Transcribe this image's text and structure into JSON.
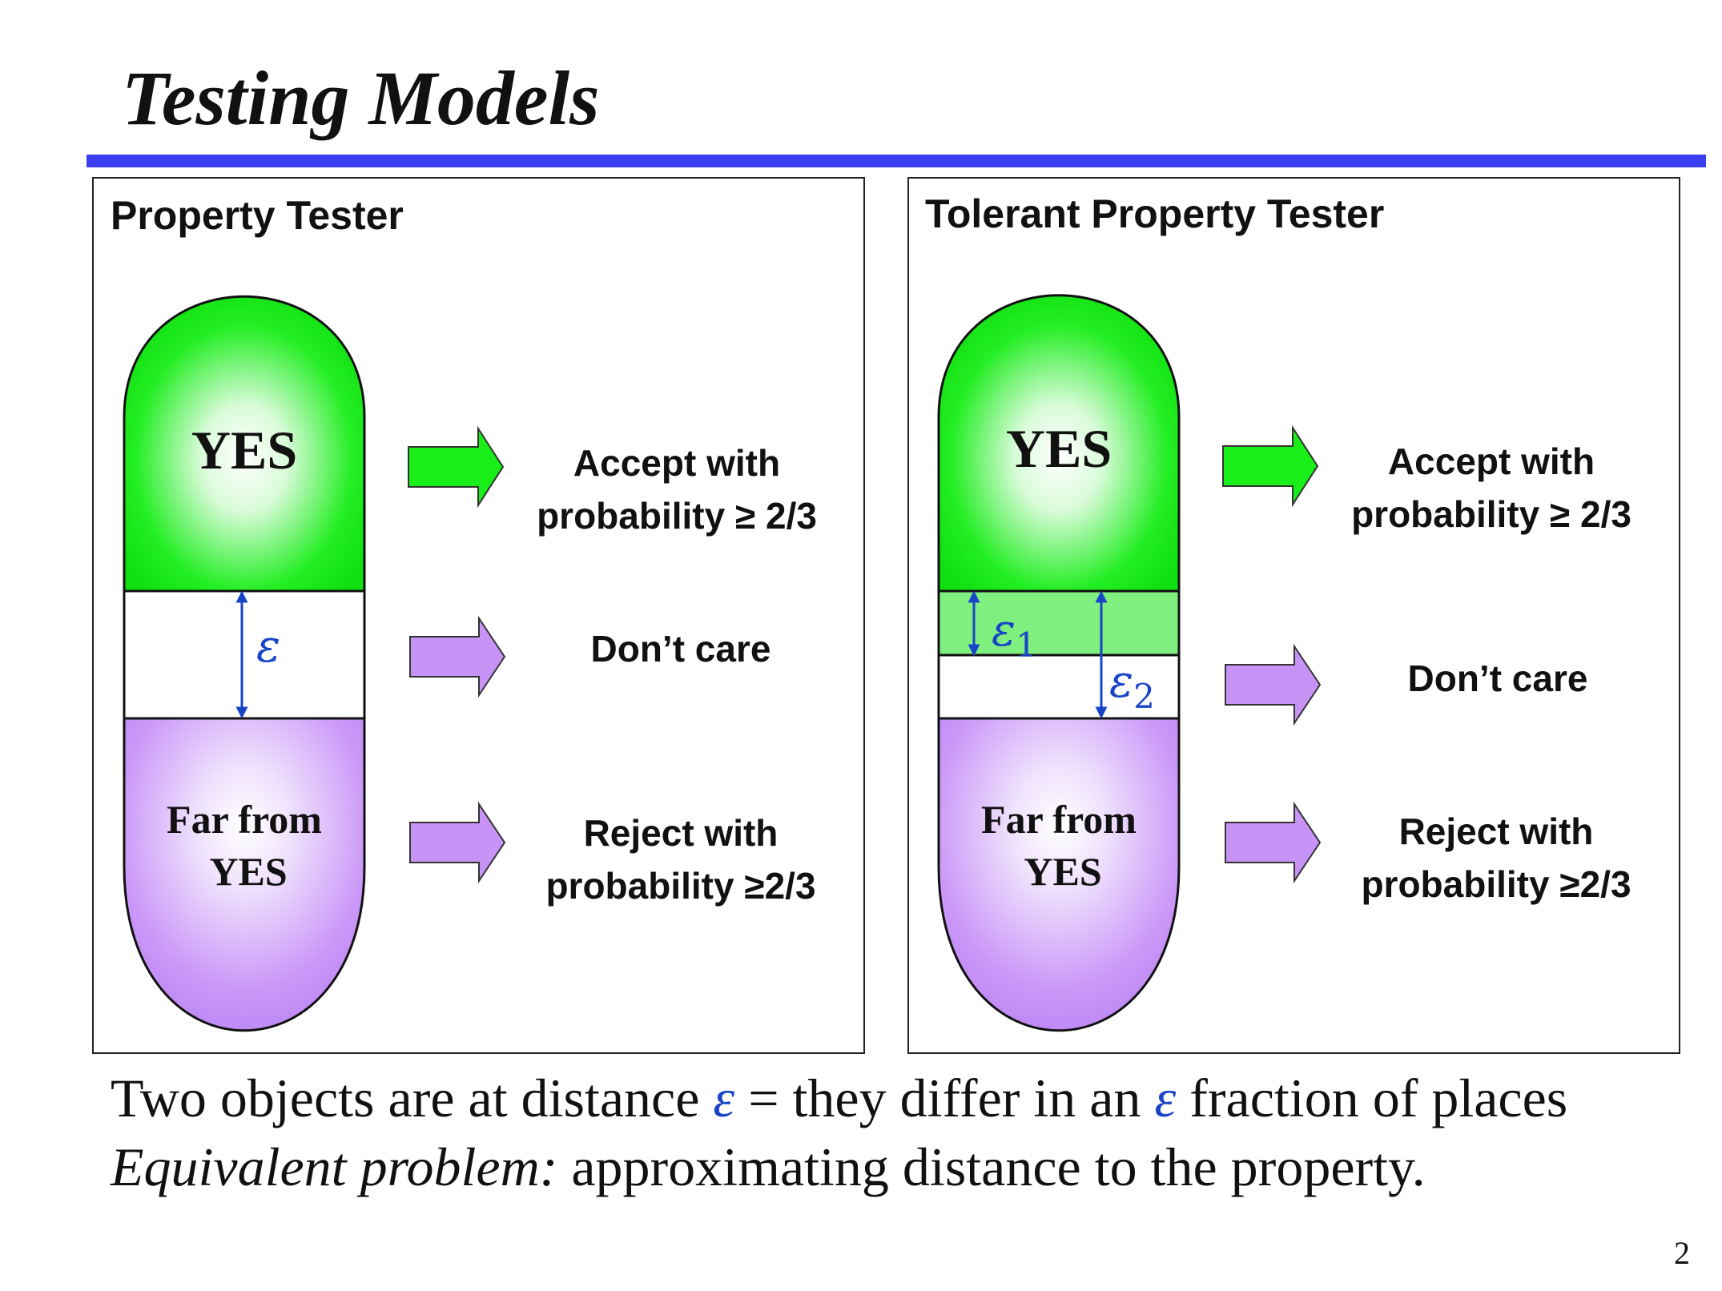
{
  "slide": {
    "title": "Testing Models",
    "page_number": "2",
    "footer_line1": {
      "part1": "Two objects are at distance ",
      "epsilon1": "ε",
      "part2": " = they differ in an ",
      "epsilon2": "ε",
      "part3": " fraction of places"
    },
    "footer_line2": {
      "italic": "Equivalent problem:",
      "rest": " approximating distance to the property."
    }
  },
  "panels": {
    "left": {
      "heading": "Property Tester",
      "yes": "YES",
      "far_line1": "Far from",
      "far_line2": "YES",
      "epsilon": "ε",
      "accept_line1": "Accept with",
      "accept_line2": "probability ≥ 2/3",
      "dont_care": "Don’t care",
      "reject_line1": "Reject with",
      "reject_line2": "probability  ≥2/3"
    },
    "right": {
      "heading": "Tolerant Property Tester",
      "yes": "YES",
      "far_line1": "Far from",
      "far_line2": "YES",
      "epsilon1": "ε",
      "epsilon1_sub": "1",
      "epsilon2": "ε",
      "epsilon2_sub": "2",
      "accept_line1": "Accept with",
      "accept_line2": "probability ≥ 2/3",
      "dont_care": "Don’t care",
      "reject_line1": "Reject with",
      "reject_line2": "probability  ≥2/3"
    }
  },
  "colors": {
    "title_rule": "#3a3ef0",
    "green": "#19ee19",
    "purple": "#c893f7",
    "tolerance_band": "#7ff07f",
    "epsilon_blue": "#1845c8",
    "panel_border": "#222222"
  }
}
